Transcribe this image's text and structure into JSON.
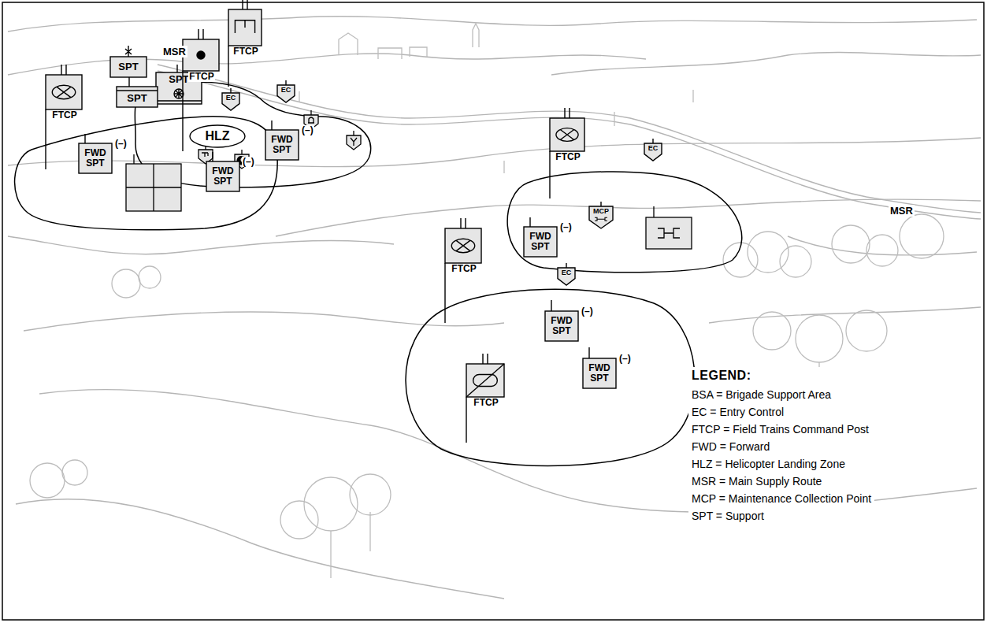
{
  "diagram": {
    "nodes": [
      {
        "text": [
          "FTCP"
        ]
      },
      {
        "text": [
          "SPT"
        ]
      },
      {
        "text": [
          "EC"
        ]
      },
      {
        "text": [
          "FWD SPT",
          "(–)"
        ]
      },
      {
        "text": [
          "FTCP"
        ]
      },
      {
        "text": [
          "EC"
        ]
      },
      {
        "text": [
          "MCP"
        ]
      },
      {
        "text": [
          "FWD SPT",
          "(–)"
        ]
      },
      {
        "text": [
          "FTCP"
        ]
      },
      {
        "text": [
          "SPT"
        ]
      },
      {
        "text": [
          "FTCP"
        ]
      },
      {
        "text": [
          "SPT"
        ]
      },
      {
        "text": [
          "EC"
        ]
      },
      {
        "text": [
          "HLZ"
        ]
      },
      {
        "text": [
          "FWD SPT",
          "(–)"
        ]
      },
      {
        "text": [
          "FWD SPT",
          "(–)"
        ]
      },
      {
        "text": [
          "FTCP"
        ]
      },
      {
        "text": [
          "EC"
        ]
      },
      {
        "text": [
          "FWD SPT",
          "(–)"
        ]
      },
      {
        "text": [
          "FTCP"
        ]
      },
      {
        "text": [
          "FWD SPT",
          "(–)"
        ]
      }
    ],
    "labels": [
      "MSR",
      "MSR",
      "LEGEND:"
    ],
    "legend": [
      {
        "text": "BSA = Brigade Support Area"
      },
      {
        "text": "EC = Entry Control"
      },
      {
        "text": "FTCP = Field Trains Command Post"
      },
      {
        "text": "FWD = Forward"
      },
      {
        "text": "HLZ = Helicopter Landing Zone"
      },
      {
        "text": "MSR = Main Supply Route"
      },
      {
        "text": "MCP = Maintenance Collection Point"
      },
      {
        "text": "SPT = Support"
      }
    ]
  }
}
